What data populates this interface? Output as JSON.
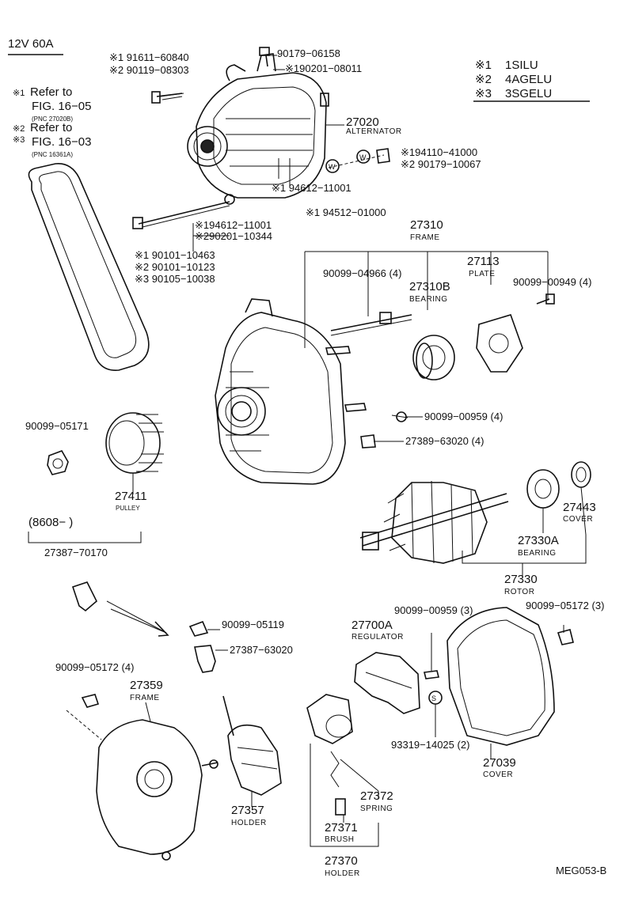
{
  "header": {
    "spec": "12V 60A"
  },
  "engine_legend": [
    {
      "mark": "※1",
      "code": "1SILU"
    },
    {
      "mark": "※2",
      "code": "4AGELU"
    },
    {
      "mark": "※3",
      "code": "3SGELU"
    }
  ],
  "refs": {
    "r1_mark": "※1",
    "r1_text": "Refer to",
    "r1_fig": "FIG. 16−05",
    "r1_pnc": "(PNC 27020B)",
    "r2_mark": "※2",
    "r2_text": "Refer to",
    "r3_mark": "※3",
    "r2_fig": "FIG. 16−03",
    "r2_pnc": "(PNC 16361A)"
  },
  "parts": {
    "p_91611": "※1 91611−60840",
    "p_90119": "※2 90119−08303",
    "p_90179_06158": "90179−06158",
    "p_190201_08011": "※190201−08011",
    "p_27020": "27020",
    "p_27020_name": "ALTERNATOR",
    "p_194110": "※194110−41000",
    "p_90179_10067": "※2 90179−10067",
    "p_94612": "※1 94612−11001",
    "p_94512": "※1 94512−01000",
    "p_194612": "※194612−11001",
    "p_290201": "※290201−10344",
    "p_90101_10463": "※1 90101−10463",
    "p_90101_10123": "※2 90101−10123",
    "p_90105": "※3 90105−10038",
    "p_27310": "27310",
    "p_27310_name": "FRAME",
    "p_90099_04966": "90099−04966 (4)",
    "p_27310B": "27310B",
    "p_27310B_name": "BEARING",
    "p_27113": "27113",
    "p_27113_name": "PLATE",
    "p_90099_00949": "90099−00949 (4)",
    "p_90099_00959_4": "90099−00959 (4)",
    "p_27389": "27389−63020 (4)",
    "p_90099_05171": "90099−05171",
    "p_27411": "27411",
    "p_27411_name": "PULLEY",
    "p_27443": "27443",
    "p_27443_name": "COVER",
    "p_27330A": "27330A",
    "p_27330A_name": "BEARING",
    "p_27330": "27330",
    "p_27330_name": "ROTOR",
    "p_date": "(8608−        )",
    "p_27387_70170": "27387−70170",
    "p_90099_05119": "90099−05119",
    "p_27387_63020": "27387−63020",
    "p_90099_00959_3": "90099−00959 (3)",
    "p_90099_05172_3": "90099−05172 (3)",
    "p_27700A": "27700A",
    "p_27700A_name": "REGULATOR",
    "p_90099_05172_4": "90099−05172 (4)",
    "p_27359": "27359",
    "p_27359_name": "FRAME",
    "p_93319": "93319−14025 (2)",
    "p_27039": "27039",
    "p_27039_name": "COVER",
    "p_27357": "27357",
    "p_27357_name": "HOLDER",
    "p_27372": "27372",
    "p_27372_name": "SPRING",
    "p_27371": "27371",
    "p_27371_name": "BRUSH",
    "p_27370": "27370",
    "p_27370_name": "HOLDER"
  },
  "footer": {
    "code": "MEG053-B"
  }
}
